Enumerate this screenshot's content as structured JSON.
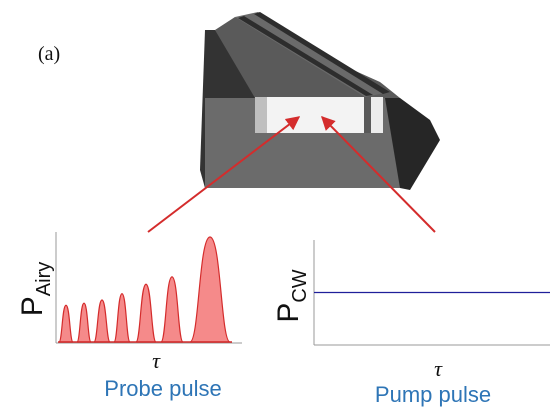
{
  "panel_label": "(a)",
  "waveguide": {
    "colors": {
      "light": "#f2f2f2",
      "mid": "#595959",
      "dark": "#262626",
      "stripe": "#7f7f7f"
    }
  },
  "arrows": {
    "color": "#d42c2c"
  },
  "probe": {
    "y_label_main": "P",
    "y_label_sub": "Airy",
    "x_label": "τ",
    "caption": "Probe pulse",
    "pulse_fill": "#f58a8a",
    "pulse_stroke": "#d42c2c",
    "peak_heights": [
      0.35,
      0.37,
      0.4,
      0.46,
      0.55,
      0.62,
      1.0
    ]
  },
  "pump": {
    "y_label_main": "P",
    "y_label_sub": "CW",
    "x_label": "τ",
    "caption": "Pump pulse",
    "line_color": "#1f1f9a",
    "level": 0.5
  },
  "caption_color": "#2e75b6"
}
